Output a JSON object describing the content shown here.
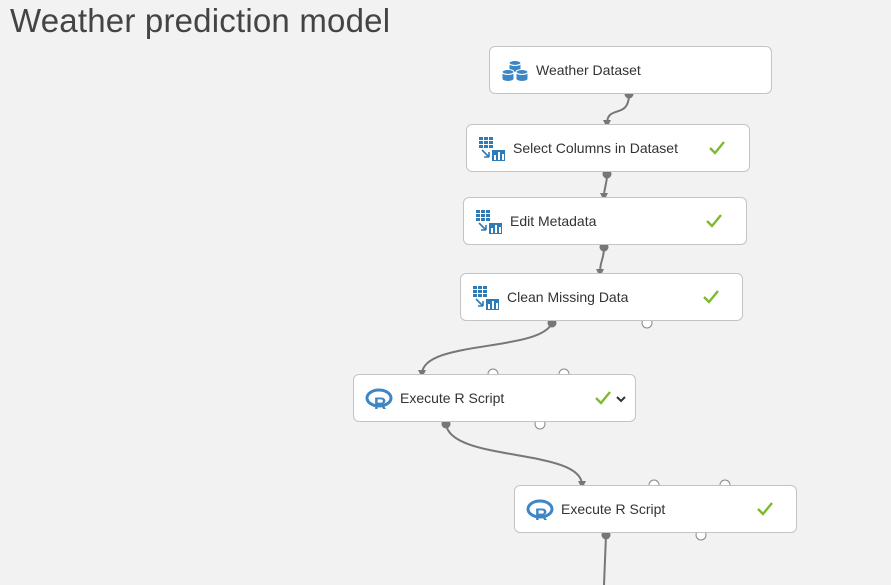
{
  "page": {
    "title": "Weather prediction model"
  },
  "modules": [
    {
      "label": "Weather Dataset",
      "icon": "dataset-icon",
      "status": "none"
    },
    {
      "label": "Select Columns in Dataset",
      "icon": "data-transform-icon",
      "status": "completed"
    },
    {
      "label": "Edit Metadata",
      "icon": "data-transform-icon",
      "status": "completed"
    },
    {
      "label": "Clean Missing Data",
      "icon": "data-transform-icon",
      "status": "completed"
    },
    {
      "label": "Execute R Script",
      "icon": "r-language-icon",
      "status": "completed",
      "has_dropdown": true
    },
    {
      "label": "Execute R Script",
      "icon": "r-language-icon",
      "status": "completed"
    }
  ],
  "colors": {
    "check": "#7dba2e",
    "connector": "#777777",
    "port_empty": "#ffffff",
    "r_logo": "#3d86c6",
    "table_icon": "#2f7bb8"
  }
}
